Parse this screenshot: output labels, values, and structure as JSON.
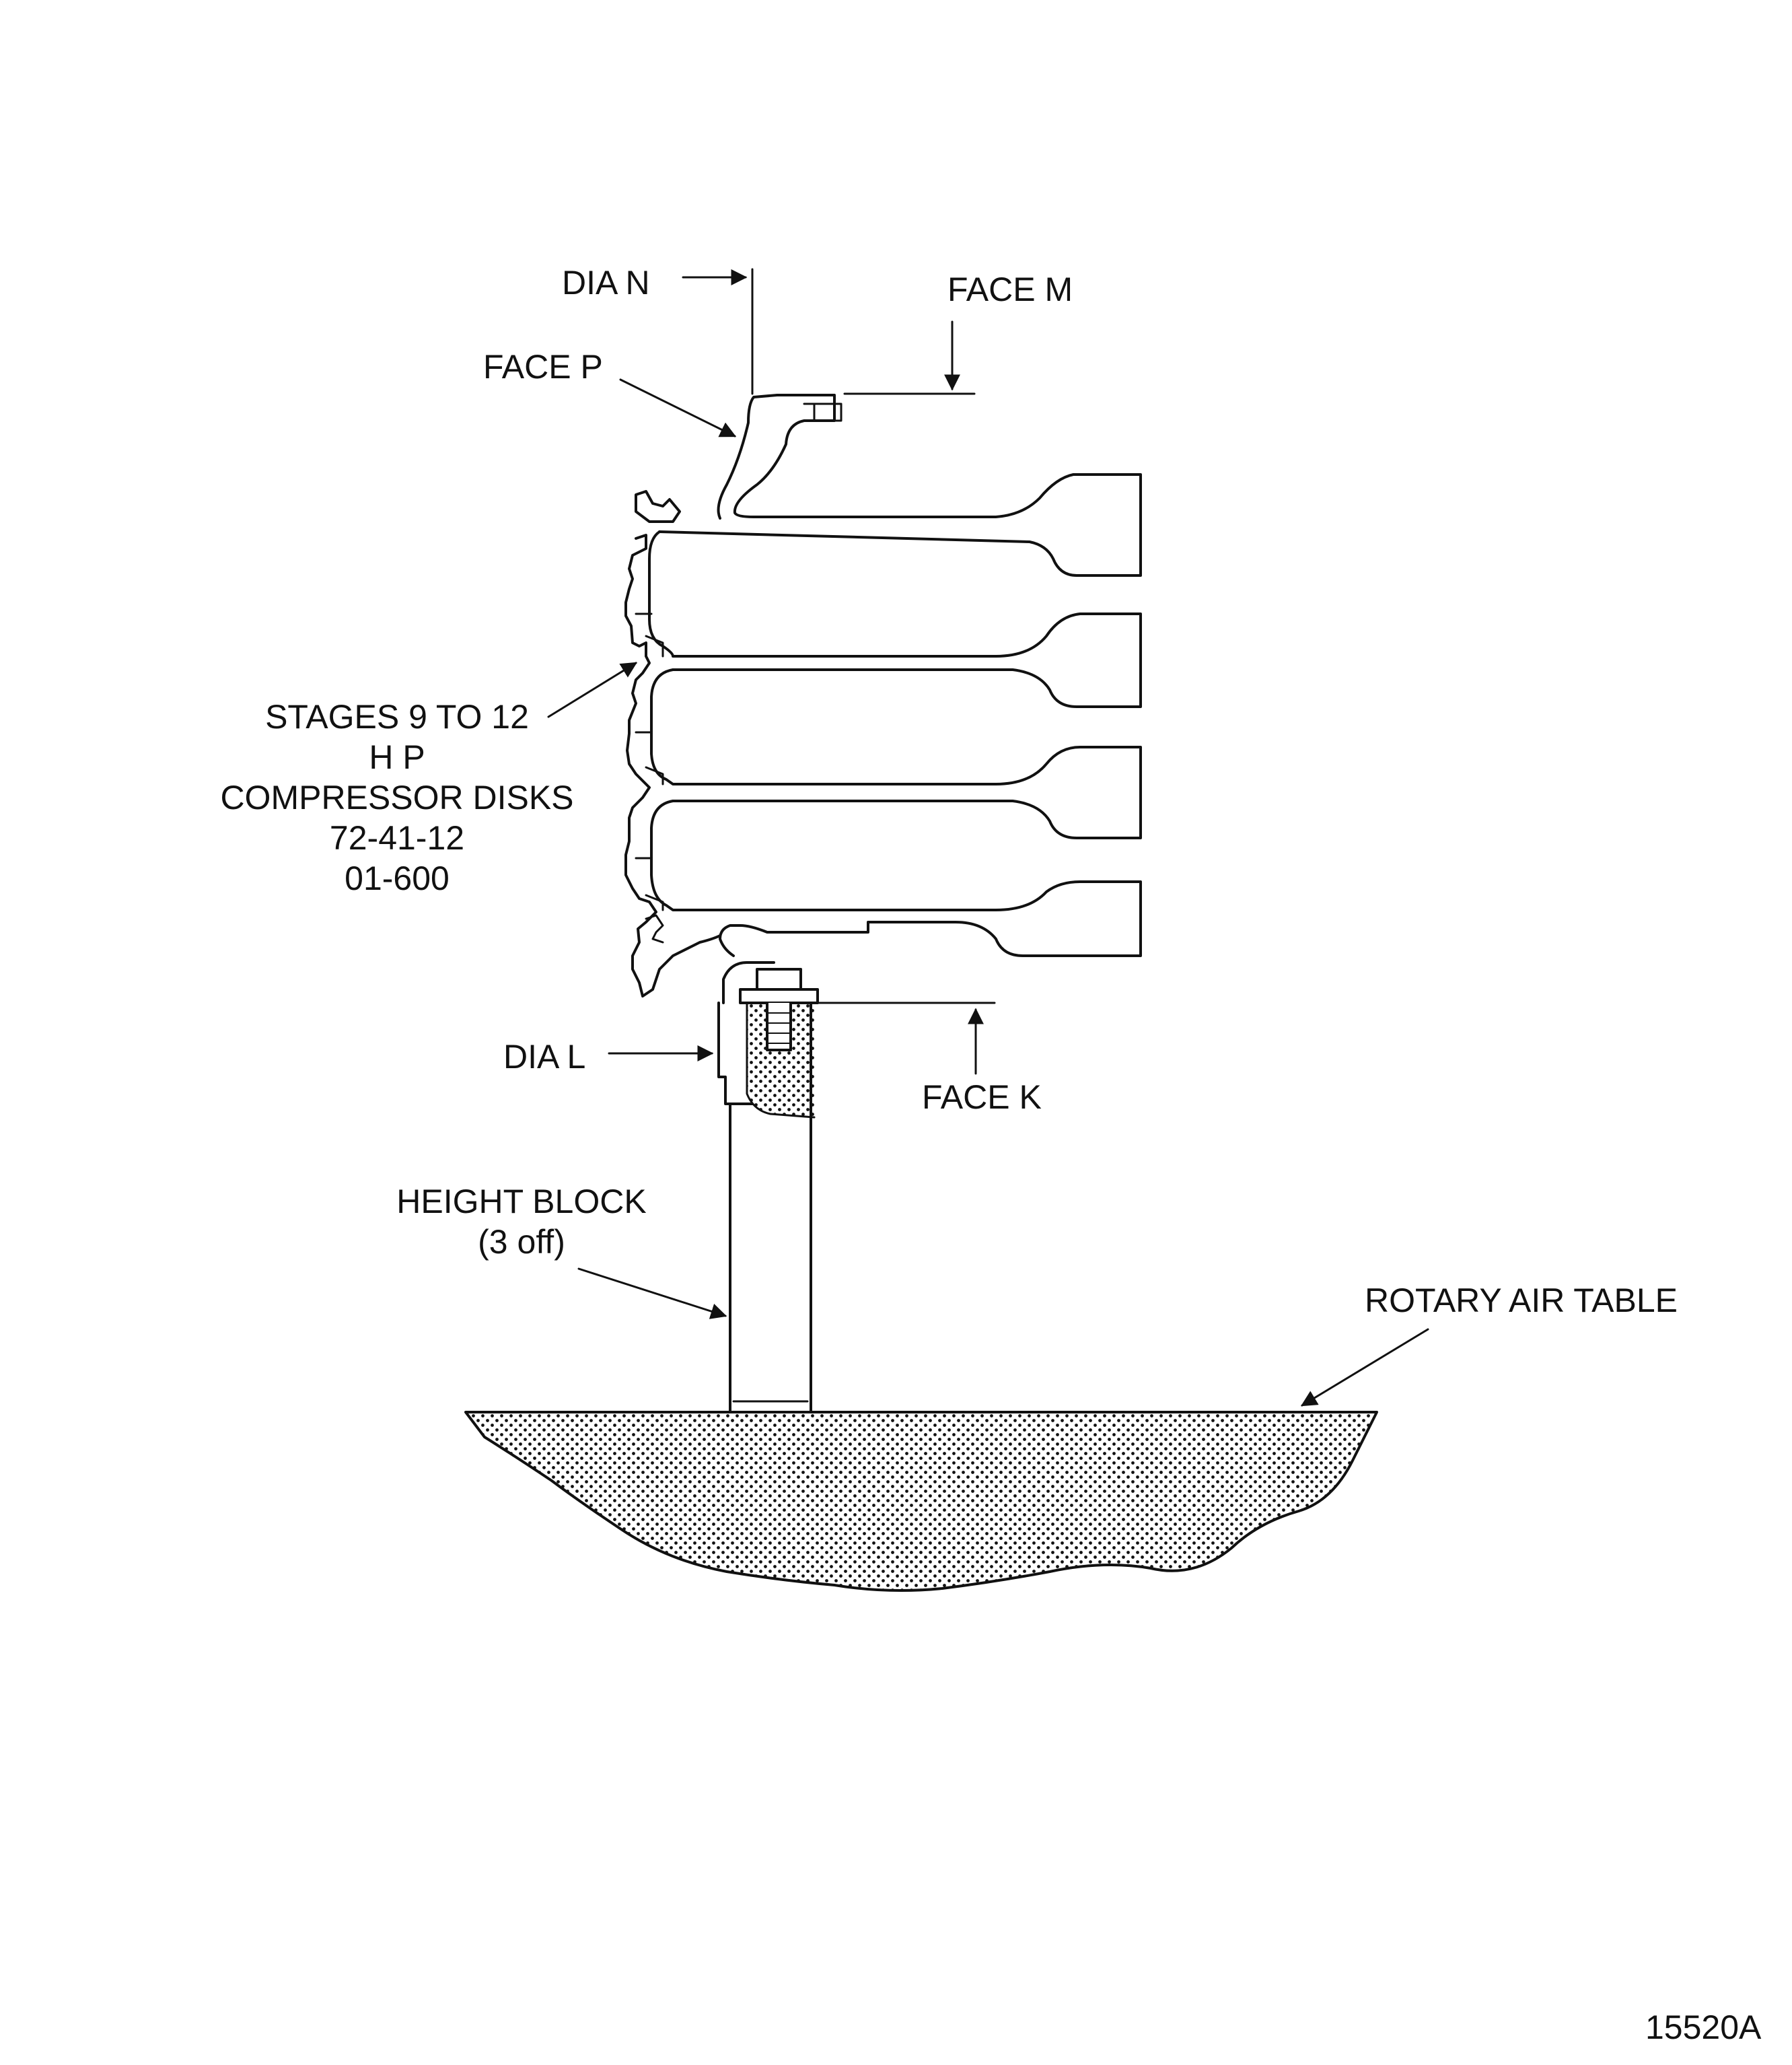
{
  "labels": {
    "dia_n": "DIA  N",
    "face_m": "FACE M",
    "face_p": "FACE P",
    "stages": [
      "STAGES  9 TO 12",
      "H P",
      "COMPRESSOR DISKS",
      "72-41-12",
      "01-600"
    ],
    "dia_l": "DIA L",
    "face_k": "FACE  K",
    "height_block": [
      "HEIGHT BLOCK",
      "(3 off)"
    ],
    "rotary_air_table": "ROTARY AIR TABLE",
    "figure_number": "15520A"
  },
  "colors": {
    "line": "#111111",
    "background": "#ffffff"
  }
}
